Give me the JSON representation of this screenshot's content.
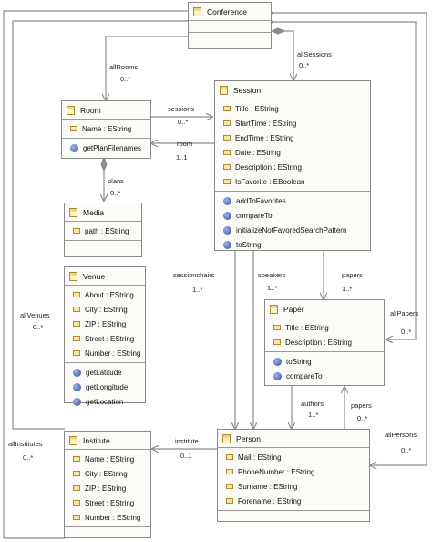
{
  "classes": {
    "conference": {
      "name": "Conference"
    },
    "room": {
      "name": "Room",
      "attributes": [
        "Name : EString"
      ],
      "operations": [
        "getPlanFilenames"
      ]
    },
    "session": {
      "name": "Session",
      "attributes": [
        "Title : EString",
        "StartTime : EString",
        "EndTime : EString",
        "Date : EString",
        "Description : EString",
        "IsFavorite : EBoolean"
      ],
      "operations": [
        "addToFavorites",
        "compareTo",
        "initializeNotFavoredSearchPattern",
        "toString"
      ]
    },
    "media": {
      "name": "Media",
      "attributes": [
        "path : EString"
      ]
    },
    "venue": {
      "name": "Venue",
      "attributes": [
        "About : EString",
        "City : EString",
        "ZIP : EString",
        "Street : EString",
        "Number : EString"
      ],
      "operations": [
        "getLatitude",
        "getLongitude",
        "getLocation"
      ]
    },
    "paper": {
      "name": "Paper",
      "attributes": [
        "Title : EString",
        "Description : EString"
      ],
      "operations": [
        "toString",
        "compareTo"
      ]
    },
    "institute": {
      "name": "Institute",
      "attributes": [
        "Name : EString",
        "City : EString",
        "ZIP : EString",
        "Street : EString",
        "Number : EString"
      ]
    },
    "person": {
      "name": "Person",
      "attributes": [
        "Mail : EString",
        "PhoneNumber : EString",
        "Surname : EString",
        "Forename : EString"
      ]
    }
  },
  "associations": [
    {
      "id": "allRooms",
      "name": "allRooms",
      "multiplicity": "0..*"
    },
    {
      "id": "allSessions",
      "name": "allSessions",
      "multiplicity": "0..*"
    },
    {
      "id": "sessions",
      "name": "sessions",
      "multiplicity": "0..*"
    },
    {
      "id": "room",
      "name": "room",
      "multiplicity": "1..1"
    },
    {
      "id": "plans",
      "name": "plans",
      "multiplicity": "0..*"
    },
    {
      "id": "sessionchairs",
      "name": "sessionchairs",
      "multiplicity": "1..*"
    },
    {
      "id": "speakers",
      "name": "speakers",
      "multiplicity": "1..*"
    },
    {
      "id": "papers-session",
      "name": "papers",
      "multiplicity": "1..*"
    },
    {
      "id": "allVenues",
      "name": "allVenues",
      "multiplicity": "0..*"
    },
    {
      "id": "allPapers",
      "name": "allPapers",
      "multiplicity": "0..*"
    },
    {
      "id": "authors",
      "name": "authors",
      "multiplicity": "1..*"
    },
    {
      "id": "papers-person",
      "name": "papers",
      "multiplicity": "0..*"
    },
    {
      "id": "allPersons",
      "name": "allPersons",
      "multiplicity": "0..*"
    },
    {
      "id": "allInstitutes",
      "name": "allInstitutes",
      "multiplicity": "0..*"
    },
    {
      "id": "institute",
      "name": "institute",
      "multiplicity": "0..1"
    }
  ],
  "colors": {
    "line": "#8c8c8c",
    "box_border": "#8a8a8a",
    "box_fill": "#fbfbf7",
    "operation_icon": "#2c4fa8",
    "class_icon": "#f3d27a"
  }
}
